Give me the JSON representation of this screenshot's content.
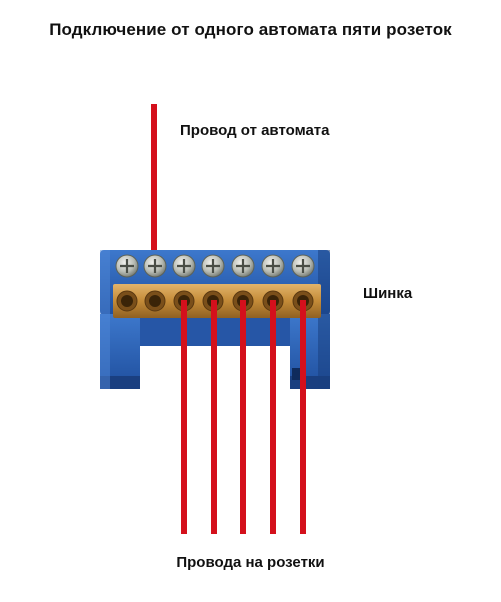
{
  "title": "Подключение от одного автомата пяти розеток",
  "labels": {
    "input_wire": "Провод от автомата",
    "busbar": "Шинка",
    "output_wires": "Провода на розетки"
  },
  "busbar": {
    "terminals": 7,
    "output_wire_count": 5
  },
  "colors": {
    "wire": "#d4101c",
    "housing": "#2a5fb0",
    "housing_dark": "#1a3f80",
    "brass": "#c7933f",
    "screw": "#b8bcc0"
  }
}
